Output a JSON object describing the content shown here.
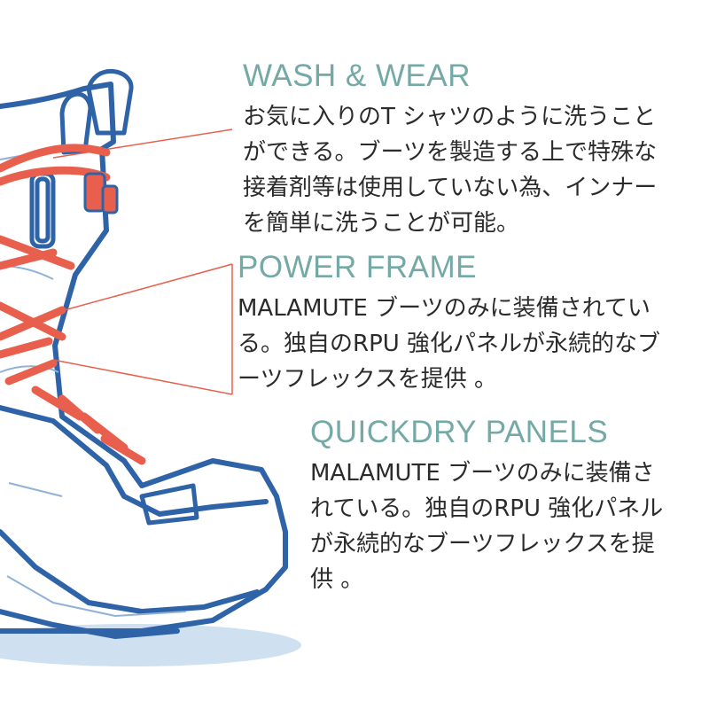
{
  "colors": {
    "heading": "#74a9a6",
    "body_text": "#2b2b2b",
    "boot_outline": "#2f63a8",
    "lace": "#e8604d",
    "leader_line": "#e8604d"
  },
  "sections": [
    {
      "title": "WASH & WEAR",
      "lines": [
        "お気に入りのT シャツのように洗うこと",
        "ができる。ブーツを製造する上で特殊な",
        "接着剤等は使用していない為、インナー",
        "を簡単に洗うことが可能。"
      ]
    },
    {
      "title": "POWER FRAME",
      "lines": [
        "MALAMUTE ブーツのみに装備されてい",
        "る。独自のRPU 強化パネルが永続的なブ",
        "ーツフレックスを提供 。"
      ]
    },
    {
      "title": "QUICKDRY PANELS",
      "lines": [
        "MALAMUTE ブーツのみに装備さ",
        "れている。独自のRPU 強化パネル",
        "が永続的なブーツフレックスを提",
        "供 。"
      ]
    }
  ]
}
